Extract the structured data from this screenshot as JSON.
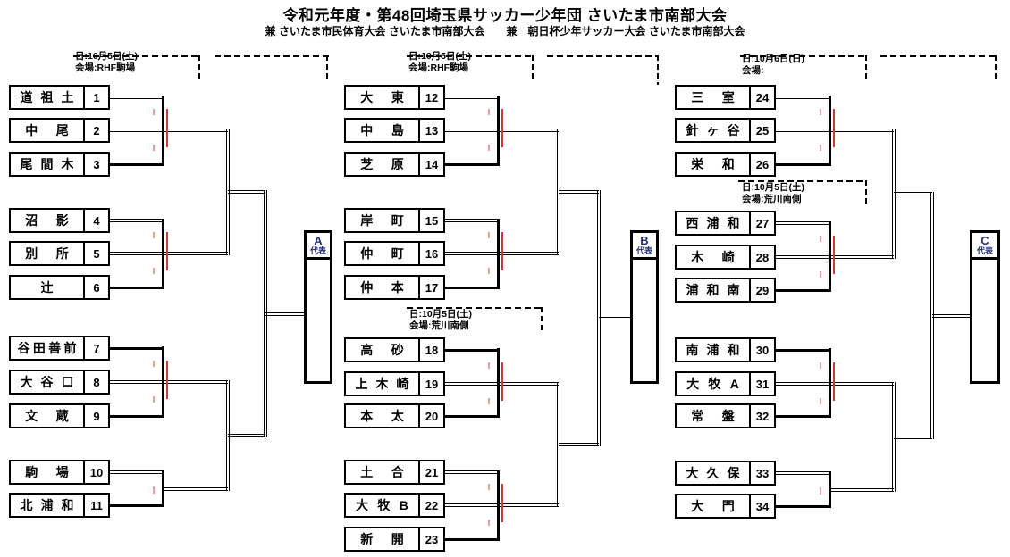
{
  "title": "令和元年度・第48回埼玉県サッカー少年団 さいたま市南部大会",
  "subtitle": "兼 さいたま市民体育大会 さいたま市南部大会　　兼　朝日杯少年サッカー大会 さいたま市南部大会",
  "blocks": [
    {
      "letter": "A",
      "rep_label": "代表"
    },
    {
      "letter": "B",
      "rep_label": "代表"
    },
    {
      "letter": "C",
      "rep_label": "代表"
    }
  ],
  "schedules": [
    {
      "date": "日:10月5日(土)",
      "venue": "会場:RHF駒場"
    },
    {
      "date": "日:10月5日(土)",
      "venue": "会場:RHF駒場"
    },
    {
      "date": "日:10月5日(土)",
      "venue": "会場:荒川南側"
    },
    {
      "date": "日:10月6日(日)",
      "venue": "会場:"
    },
    {
      "date": "日:10月5日(土)",
      "venue": "会場:荒川南側"
    }
  ],
  "teams": [
    {
      "name": "道祖土",
      "number": "1"
    },
    {
      "name": "中尾",
      "number": "2"
    },
    {
      "name": "尾間木",
      "number": "3"
    },
    {
      "name": "沼影",
      "number": "4"
    },
    {
      "name": "別所",
      "number": "5"
    },
    {
      "name": "辻",
      "number": "6"
    },
    {
      "name": "谷田善前",
      "number": "7"
    },
    {
      "name": "大谷口",
      "number": "8"
    },
    {
      "name": "文蔵",
      "number": "9"
    },
    {
      "name": "駒場",
      "number": "10"
    },
    {
      "name": "北浦和",
      "number": "11"
    },
    {
      "name": "大東",
      "number": "12"
    },
    {
      "name": "中島",
      "number": "13"
    },
    {
      "name": "芝原",
      "number": "14"
    },
    {
      "name": "岸町",
      "number": "15"
    },
    {
      "name": "仲町",
      "number": "16"
    },
    {
      "name": "仲本",
      "number": "17"
    },
    {
      "name": "高砂",
      "number": "18"
    },
    {
      "name": "上木崎",
      "number": "19"
    },
    {
      "name": "本太",
      "number": "20"
    },
    {
      "name": "土合",
      "number": "21"
    },
    {
      "name": "大牧B",
      "number": "22"
    },
    {
      "name": "新開",
      "number": "23"
    },
    {
      "name": "三室",
      "number": "24"
    },
    {
      "name": "針ヶ谷",
      "number": "25"
    },
    {
      "name": "栄和",
      "number": "26"
    },
    {
      "name": "西浦和",
      "number": "27"
    },
    {
      "name": "木崎",
      "number": "28"
    },
    {
      "name": "浦和南",
      "number": "29"
    },
    {
      "name": "南浦和",
      "number": "30"
    },
    {
      "name": "大牧A",
      "number": "31"
    },
    {
      "name": "常盤",
      "number": "32"
    },
    {
      "name": "大久保",
      "number": "33"
    },
    {
      "name": "大門",
      "number": "34"
    }
  ],
  "colors": {
    "line": "#000000",
    "winner_mark_red": "#d23832",
    "score_tick_pink": "#f09e97",
    "rep_letter_navy": "#24307e"
  }
}
